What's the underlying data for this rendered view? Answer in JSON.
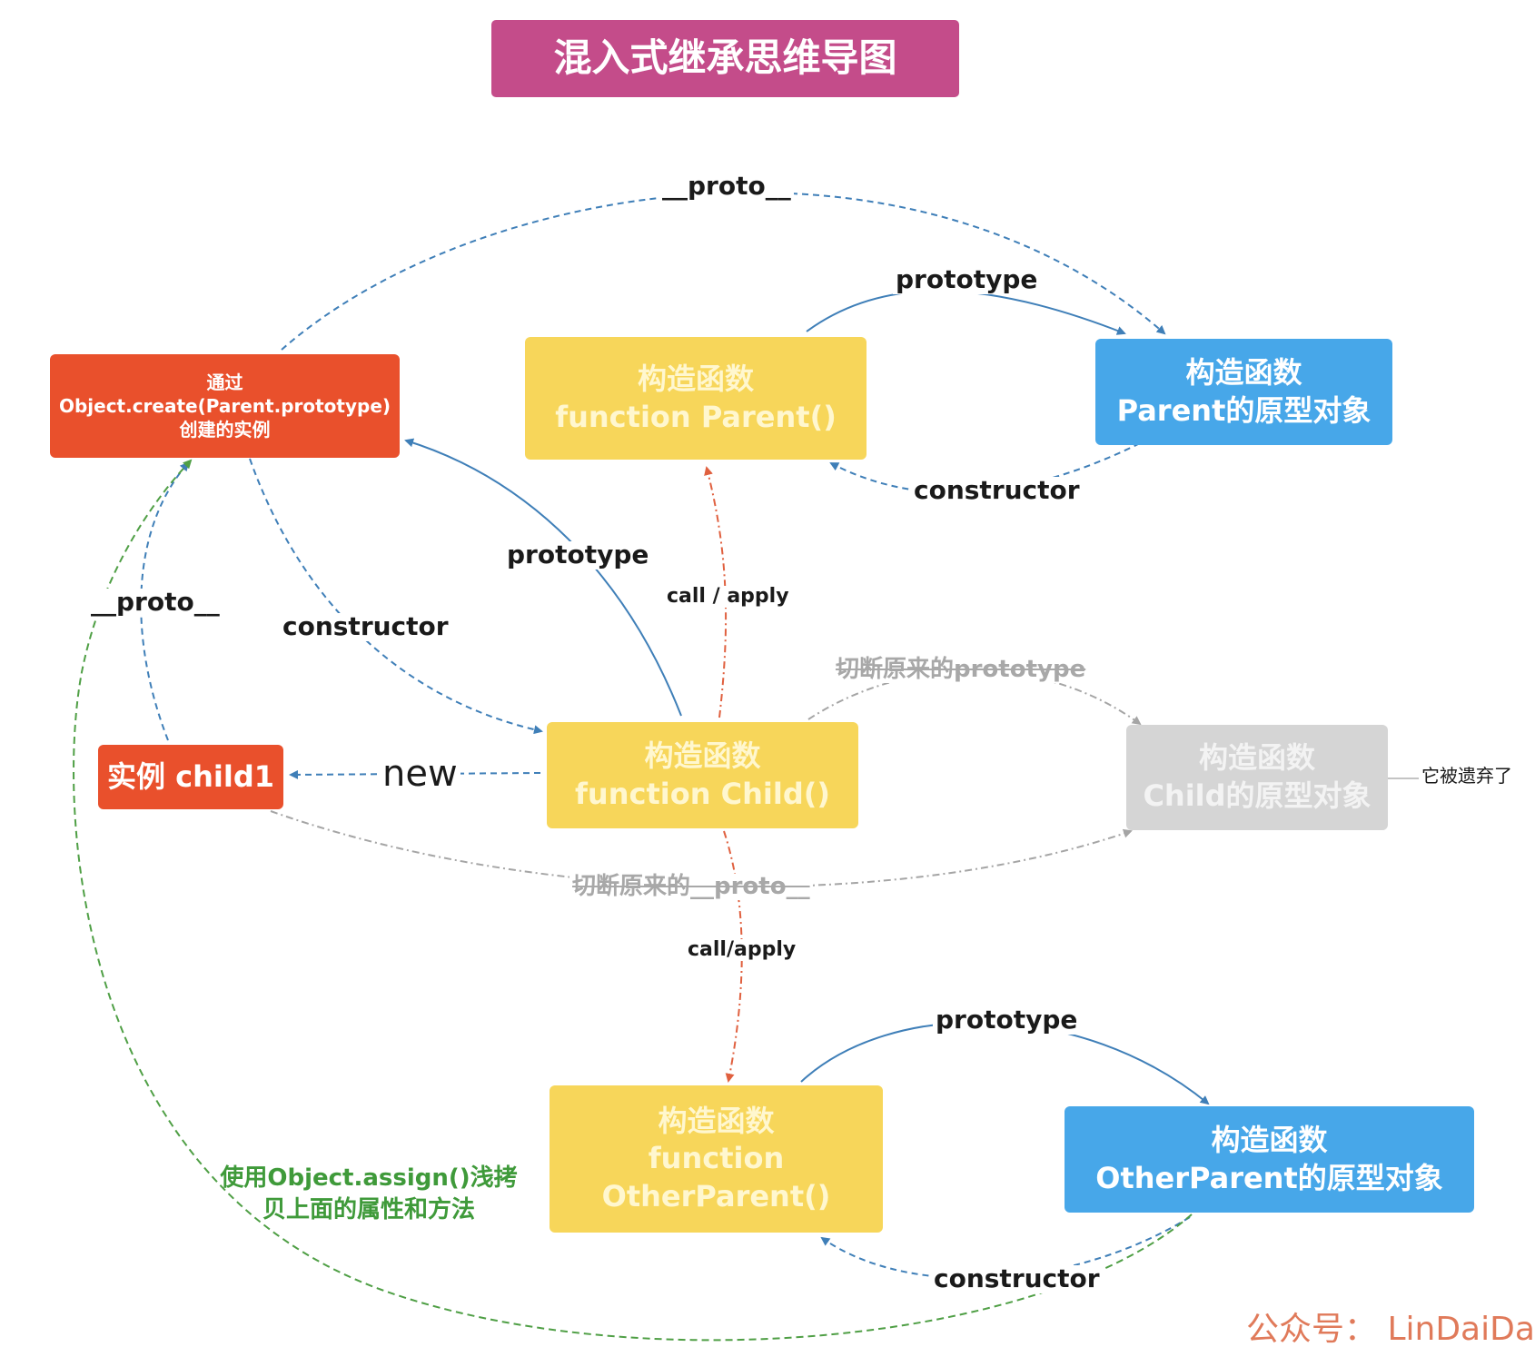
{
  "title": "混入式继承思维导图",
  "nodes": {
    "instance_created": [
      "通过",
      "Object.create(Parent.prototype)",
      "创建的实例"
    ],
    "parent_fn": [
      "构造函数",
      "function Parent()"
    ],
    "parent_proto": [
      "构造函数",
      "Parent的原型对象"
    ],
    "child_instance": "实例 child1",
    "child_fn": [
      "构造函数",
      "function Child()"
    ],
    "child_proto": [
      "构造函数",
      "Child的原型对象"
    ],
    "other_parent_fn": [
      "构造函数",
      "function",
      "OtherParent()"
    ],
    "other_parent_proto": [
      "构造函数",
      "OtherParent的原型对象"
    ]
  },
  "edge_labels": {
    "proto_top": "__proto__",
    "prototype_parent": "prototype",
    "constructor_parent": "constructor",
    "prototype_child": "prototype",
    "call_apply_parent": "call / apply",
    "proto_left": "__proto__",
    "constructor_child": "constructor",
    "new": "new",
    "cut_prototype": "切断原来的prototype",
    "cut_proto": "切断原来的__proto__",
    "call_apply_other": "call/apply",
    "prototype_other": "prototype",
    "constructor_other": "constructor",
    "assign_note": "使用Object.assign()浅拷贝上面的属性和方法",
    "abandoned_note": "它被遗弃了"
  },
  "watermark": "公众号： LinDaiDai",
  "colors": {
    "title": "#c44c8a",
    "constructor_box": "#f7d65a",
    "prototype_box": "#47a7e9",
    "instance_box": "#e9502c",
    "abandoned_box": "#d5d5d5",
    "edge_blue": "#3f7fb8",
    "edge_red": "#e0603f",
    "edge_green": "#4f9f45",
    "edge_gray": "#a5a5a5"
  }
}
